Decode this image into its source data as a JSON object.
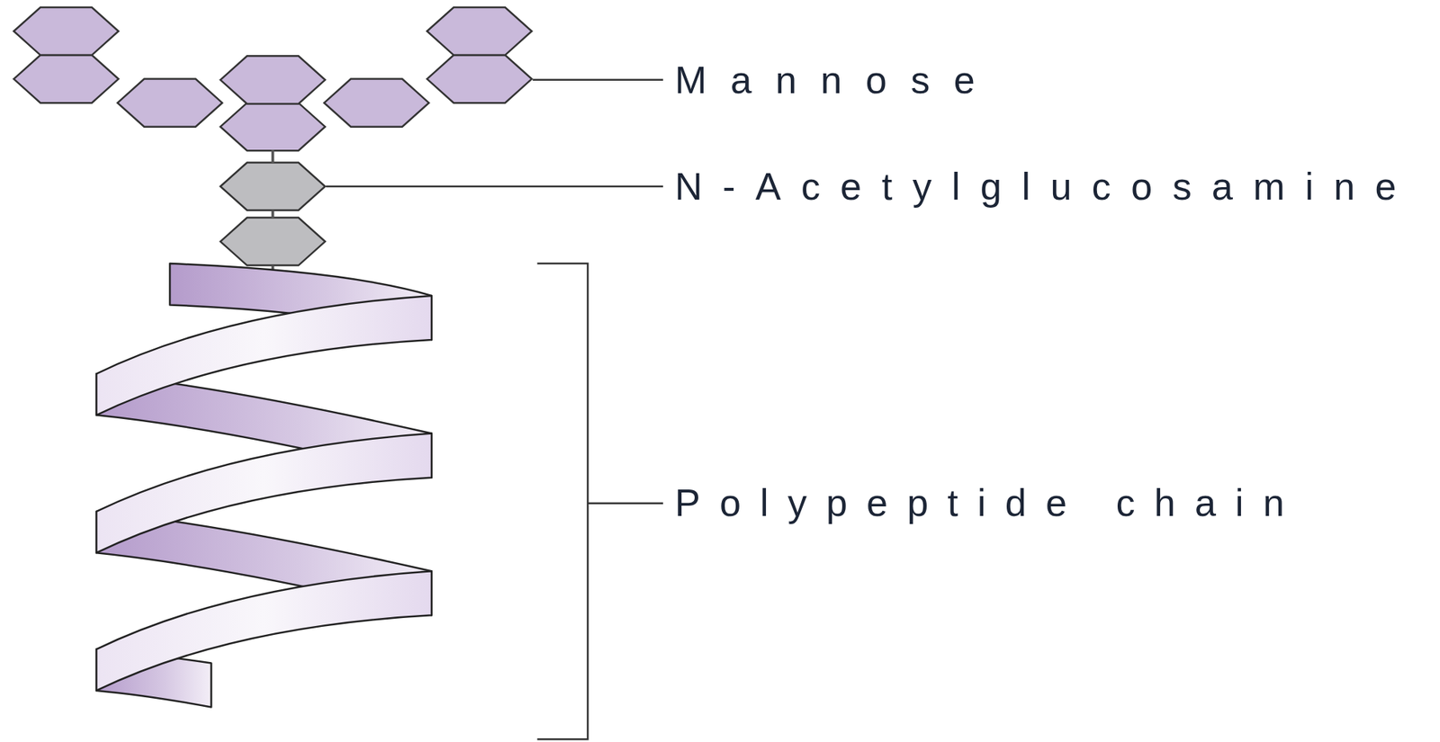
{
  "diagram": {
    "labels": [
      "Mannose",
      "N-Acetylglucosamine",
      "Polypeptide chain"
    ]
  }
}
